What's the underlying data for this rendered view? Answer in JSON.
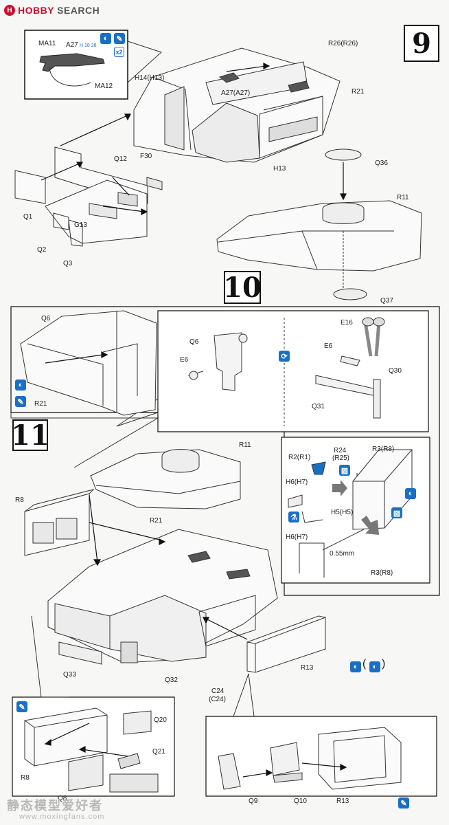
{
  "header": {
    "brand_part1": "HOBBY",
    "brand_part2": "SEARCH",
    "logo_letter": "H"
  },
  "steps": {
    "step9": "9",
    "step10": "10",
    "step11": "11"
  },
  "step9_labels": {
    "ma11": "MA11",
    "a27": "A27",
    "a27_sub": "H 18 28",
    "ma12": "MA12",
    "x2": "x2",
    "r26": "R26(R26)",
    "h14": "H14(H13)",
    "a27b": "A27(A27)",
    "r21": "R21",
    "h13": "H13",
    "f30": "F30",
    "q12": "Q12",
    "q1": "Q1",
    "q2": "Q2",
    "g13": "G13",
    "q3": "Q3",
    "q36": "Q36",
    "r11": "R11",
    "q37": "Q37"
  },
  "step10_labels": {
    "q6_left": "Q6",
    "r21": "R21",
    "q6": "Q6",
    "e6": "E6",
    "e16": "E16",
    "e6b": "E6",
    "q30": "Q30",
    "q31": "Q31"
  },
  "step11_labels": {
    "r11": "R11",
    "r8": "R8",
    "r21": "R21",
    "q33": "Q33",
    "q32": "Q32",
    "c24": "C24",
    "c24b": "(C24)",
    "r13": "R13",
    "r2": "R2(R1)",
    "r24": "R24",
    "r25": "(R25)",
    "r3": "R3(R8)",
    "h6": "H6(H7)",
    "h5": "H5(H5)",
    "h6b": "H6(H7)",
    "mm": "0.55mm",
    "r3b": "R3(R8)",
    "q20": "Q20",
    "q21": "Q21",
    "r8b": "R8",
    "q8": "Q8",
    "q9": "Q9",
    "q10": "Q10",
    "r13b": "R13"
  },
  "watermark": {
    "cn": "静态模型爱好者",
    "url": "www.moxingfans.com"
  },
  "colors": {
    "line": "#333333",
    "icon_blue": "#1a6fc4",
    "brand_red": "#c8102e"
  }
}
